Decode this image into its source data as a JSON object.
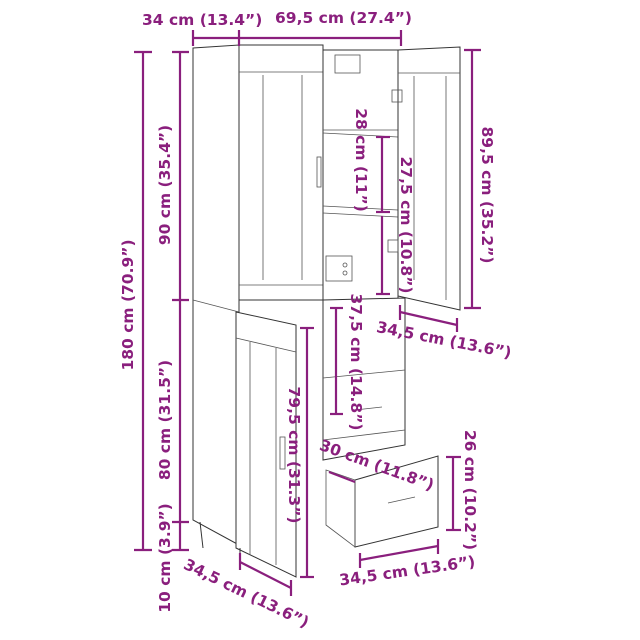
{
  "title": "Tall cabinet dimension diagram",
  "accent_color": "#8a1f7d",
  "dimensions": {
    "depth_top": "34 cm (13.4”)",
    "width_open": "69,5 cm (27.4”)",
    "total_height": "180 cm (70.9”)",
    "upper_height": "90 cm (35.4”)",
    "lower_height": "80 cm (31.5”)",
    "leg_height": "10 cm (3.9”)",
    "upper_inner_height": "89,5 cm (35.2”)",
    "shelf_height_1": "28 cm (11”)",
    "shelf_height_2": "27,5 cm (10.8”)",
    "upper_inner_width": "34,5 cm (13.6”)",
    "compartment_height": "37,5 cm (14.8”)",
    "lower_inner_height": "79,5 cm (31.3”)",
    "drawer_depth": "30 cm (11.8”)",
    "drawer_height": "26 cm (10.2”)",
    "drawer_width": "34,5 cm (13.6”)",
    "lower_door_width": "34,5 cm (13.6”)"
  }
}
